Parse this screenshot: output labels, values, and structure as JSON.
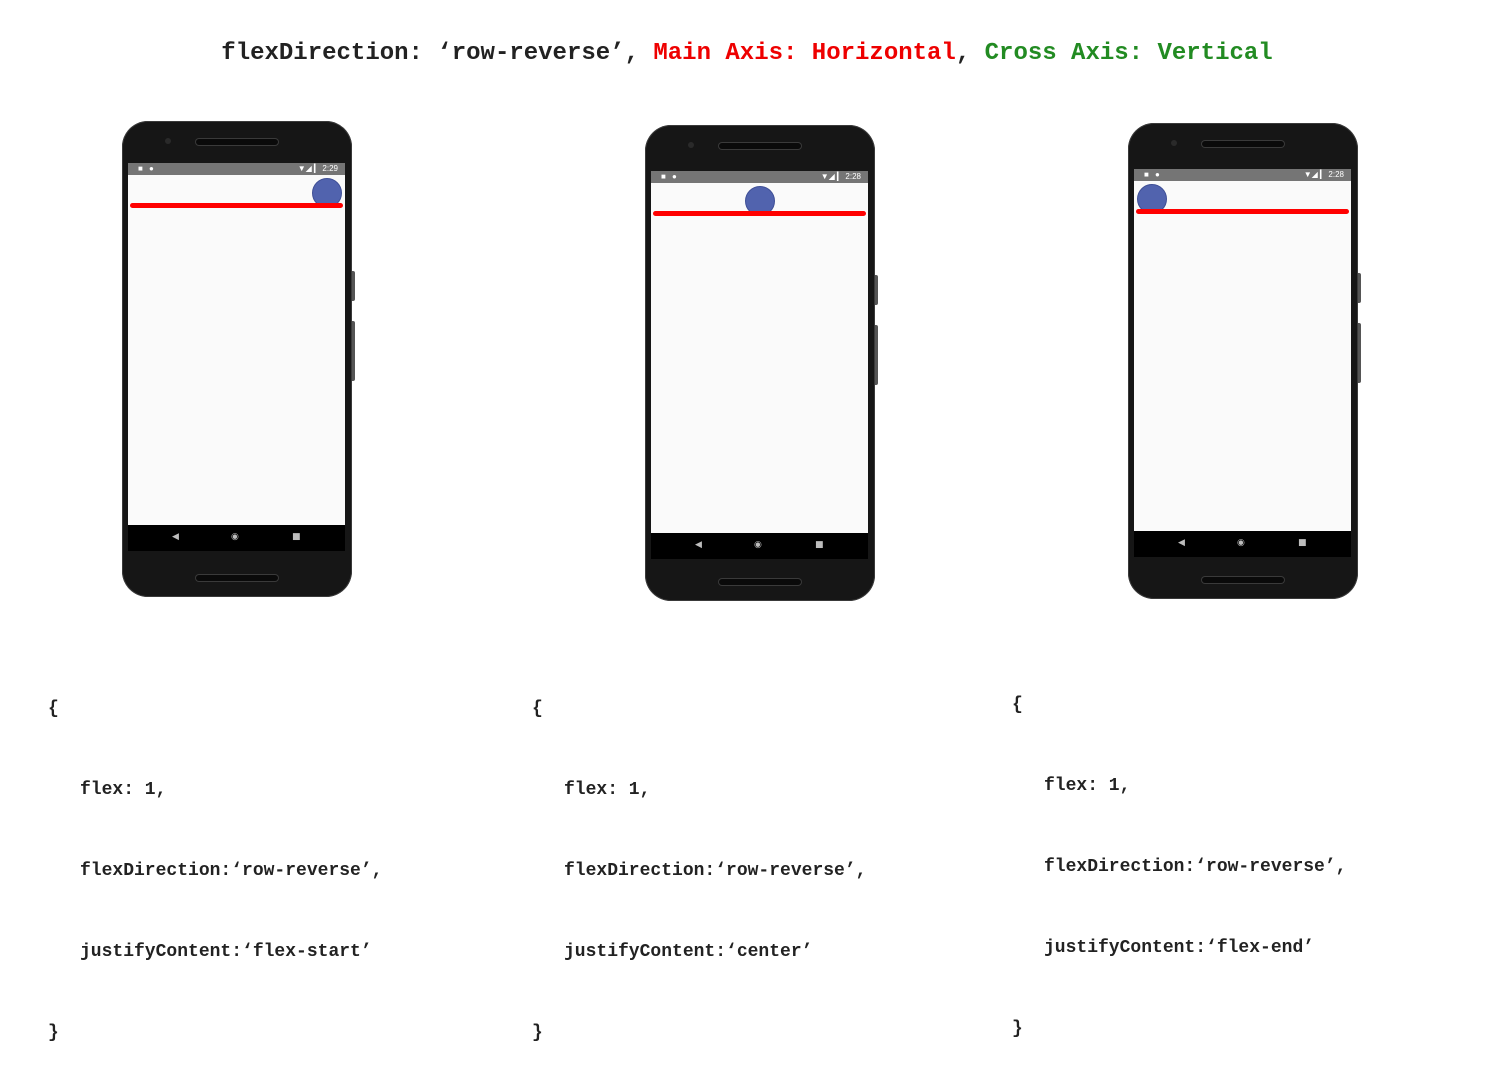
{
  "title": {
    "part1": "flexDirection: ‘row-reverse’, ",
    "main_axis": "Main Axis: Horizontal",
    "separator": ", ",
    "cross_axis": "Cross Axis: Vertical",
    "colors": {
      "default": "#222222",
      "main_axis": "#ee0000",
      "cross_axis": "#228b22"
    }
  },
  "nav_icons": {
    "back": "◀",
    "home": "◉",
    "recent": "■"
  },
  "status_icons": {
    "left": "■ ●",
    "signal": "▼◢ ▎"
  },
  "colors": {
    "circle": "#5163ae",
    "line": "#ff0000",
    "phone_body": "#161616"
  },
  "panels": [
    {
      "time": "2:29",
      "justify": "flex-start",
      "code": {
        "open": "{",
        "flex": "flex: 1,",
        "direction": "flexDirection:‘row-reverse’,",
        "justify": "justifyContent:‘flex-start’",
        "close": "}"
      }
    },
    {
      "time": "2:28",
      "justify": "center",
      "code": {
        "open": "{",
        "flex": "flex: 1,",
        "direction": "flexDirection:‘row-reverse’,",
        "justify": "justifyContent:‘center’",
        "close": "}"
      }
    },
    {
      "time": "2:28",
      "justify": "flex-end",
      "code": {
        "open": "{",
        "flex": "flex: 1,",
        "direction": "flexDirection:‘row-reverse’,",
        "justify": "justifyContent:‘flex-end’",
        "close": "}"
      }
    }
  ]
}
